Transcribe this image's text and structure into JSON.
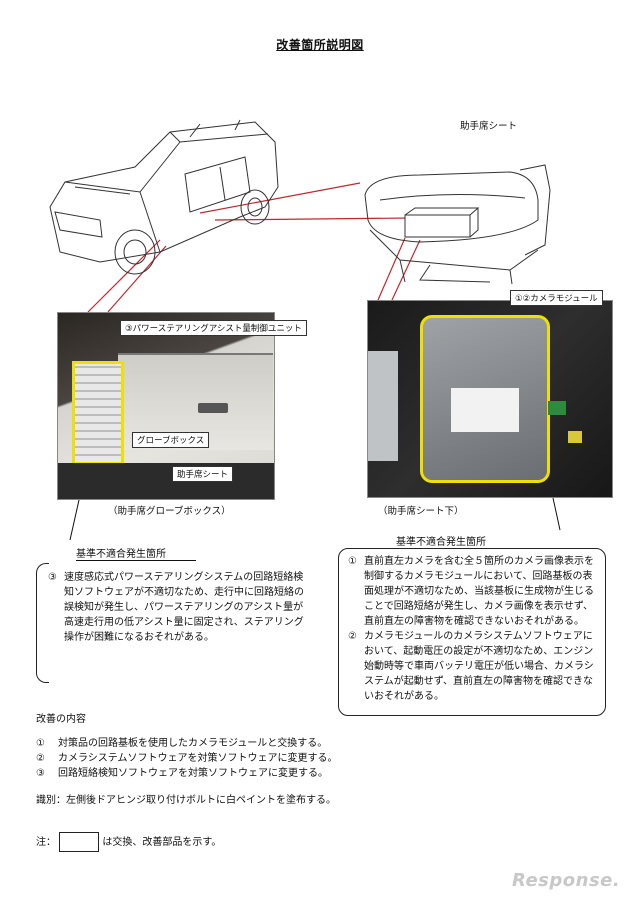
{
  "title": "改善箇所説明図",
  "labels": {
    "passenger_seat": "助手席シート",
    "camera_module": "①②カメラモジュール",
    "pas_unit": "③パワーステアリングアシスト量制御ユニット",
    "glove_box": "グローブボックス",
    "passenger_seat_inner": "助手席シート",
    "caption_left": "（助手席グローブボックス）",
    "caption_right": "（助手席シート下）",
    "defect_left": "基準不適合発生箇所",
    "defect_right": "基準不適合発生箇所"
  },
  "left_text": {
    "num": "③",
    "body": "速度感応式パワーステアリングシステムの回路短絡検知ソフトウェアが不適切なため、走行中に回路短絡の誤検知が発生し、パワーステアリングのアシスト量が高速走行用の低アシスト量に固定され、ステアリング操作が困難になるおそれがある。"
  },
  "right_text": [
    {
      "num": "①",
      "body": "直前直左カメラを含む全５箇所のカメラ画像表示を制御するカメラモジュールにおいて、回路基板の表面処理が不適切なため、当該基板に生成物が生じることで回路短絡が発生し、カメラ画像を表示せず、直前直左の障害物を確認できないおそれがある。"
    },
    {
      "num": "②",
      "body": "カメラモジュールのカメラシステムソフトウェアにおいて、起動電圧の設定が不適切なため、エンジン始動時等で車両バッテリ電圧が低い場合、カメラシステムが起動せず、直前直左の障害物を確認できないおそれがある。"
    }
  ],
  "improvement": {
    "heading": "改善の内容",
    "items": [
      {
        "num": "①",
        "text": "対策品の回路基板を使用したカメラモジュールと交換する。"
      },
      {
        "num": "②",
        "text": "カメラシステムソフトウェアを対策ソフトウェアに変更する。"
      },
      {
        "num": "③",
        "text": "回路短絡検知ソフトウェアを対策ソフトウェアに変更する。"
      }
    ],
    "identification": "識別：左側後ドアヒンジ取り付けボルトに白ペイントを塗布する。",
    "note_prefix": "注：",
    "note_suffix": "は交換、改善部品を示す。"
  },
  "watermark": "Response.",
  "colors": {
    "callout_line": "#c0282d",
    "highlight": "#f0e000"
  }
}
